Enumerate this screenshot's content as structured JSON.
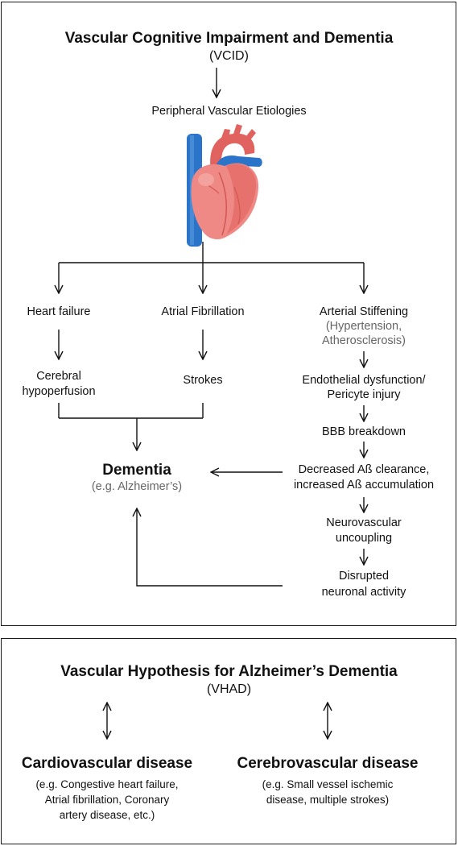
{
  "vcid": {
    "title": "Vascular Cognitive Impairment and Dementia",
    "subtitle": "(VCID)",
    "etiology": "Peripheral Vascular Etiologies",
    "heart_icon": "heart-icon",
    "branches": {
      "heart_failure": "Heart failure",
      "atrial_fibrillation": "Atrial Fibrillation",
      "arterial_stiffening": "Arterial Stiffening",
      "arterial_stiffening_causes": [
        "(Hypertension,",
        "Atherosclerosis)"
      ]
    },
    "cerebral_hypoperfusion": [
      "Cerebral",
      "hypoperfusion"
    ],
    "strokes": "Strokes",
    "chain": {
      "endothelial": [
        "Endothelial dysfunction/",
        "Pericyte injury"
      ],
      "bbb": "BBB breakdown",
      "abeta": [
        "Decreased Aß clearance,",
        "increased Aß accumulation"
      ],
      "neurovascular": [
        "Neurovascular",
        "uncoupling"
      ],
      "disrupted": [
        "Disrupted",
        "neuronal activity"
      ]
    },
    "dementia": "Dementia",
    "dementia_example": "(e.g. Alzheimer’s)"
  },
  "vhad": {
    "title": "Vascular Hypothesis for Alzheimer’s Dementia",
    "subtitle": "(VHAD)",
    "cardio": {
      "title": "Cardiovascular disease",
      "examples": [
        "(e.g. Congestive heart failure,",
        "Atrial fibrillation, Coronary",
        "artery disease, etc.)"
      ]
    },
    "cerebro": {
      "title": "Cerebrovascular disease",
      "examples": [
        "(e.g. Small vessel ischemic",
        "disease, multiple strokes)"
      ]
    }
  },
  "colors": {
    "heart_red": "#e8736f",
    "vessel_blue": "#2a74c9",
    "gray_text": "#666666"
  }
}
